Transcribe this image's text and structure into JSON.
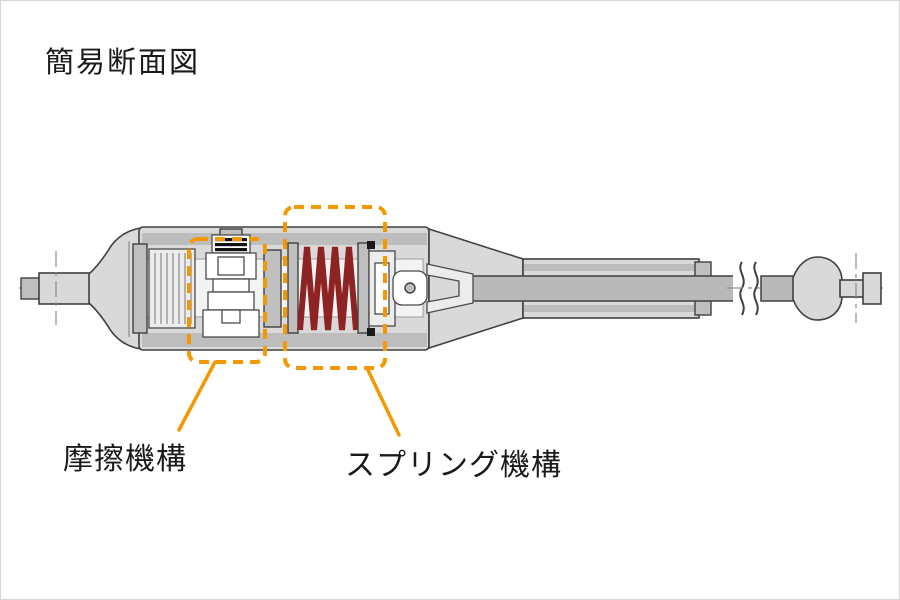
{
  "title": "簡易断面図",
  "labels": {
    "friction": "摩擦機構",
    "spring": "スプリング機構"
  },
  "colors": {
    "highlight": "#f39800",
    "friction_red": "#e60012",
    "spring_red": "#8e2323",
    "centerline": "#8f8f8f"
  }
}
